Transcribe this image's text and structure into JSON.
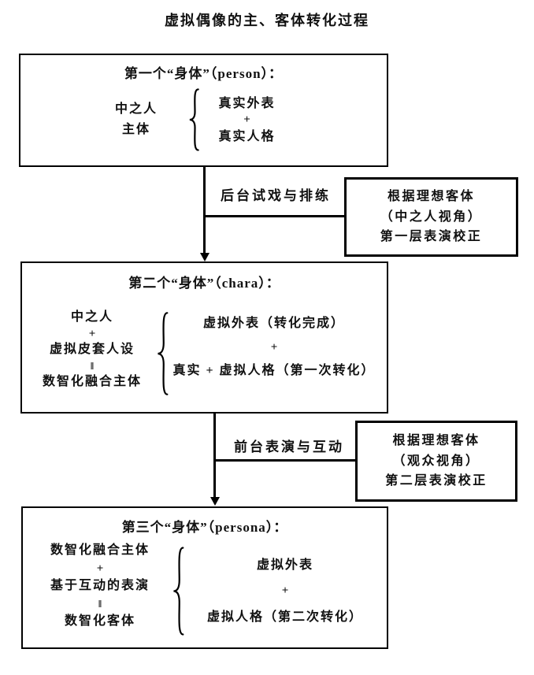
{
  "title": "虚拟偶像的主、客体转化过程",
  "stages": [
    {
      "heading": "第一个“身体”（person）：",
      "left": [
        "中之人",
        "主体"
      ],
      "right": [
        "真实外表",
        "+",
        "真实人格"
      ]
    },
    {
      "heading": "第二个“身体”（chara）：",
      "left": [
        "中之人",
        "+",
        "虚拟皮套人设",
        "‖",
        "数智化融合主体"
      ],
      "right": [
        "虚拟外表（转化完成）",
        "+",
        "真实 + 虚拟人格（第一次转化）"
      ]
    },
    {
      "heading": "第三个“身体”（persona）：",
      "left": [
        "数智化融合主体",
        "+",
        "基于互动的表演",
        "‖",
        "数智化客体"
      ],
      "right": [
        "虚拟外表",
        "+",
        "虚拟人格（第二次转化）"
      ]
    }
  ],
  "transitions": [
    {
      "label": "后台试戏与排练",
      "note": [
        "根据理想客体",
        "（中之人视角）",
        "第一层表演校正"
      ]
    },
    {
      "label": "前台表演与互动",
      "note": [
        "根据理想客体",
        "（观众视角）",
        "第二层表演校正"
      ]
    }
  ],
  "icons": {
    "brace": "{",
    "arrow_down": "▼"
  },
  "colors": {
    "line": "#000000",
    "text": "#111111",
    "background": "#ffffff"
  }
}
